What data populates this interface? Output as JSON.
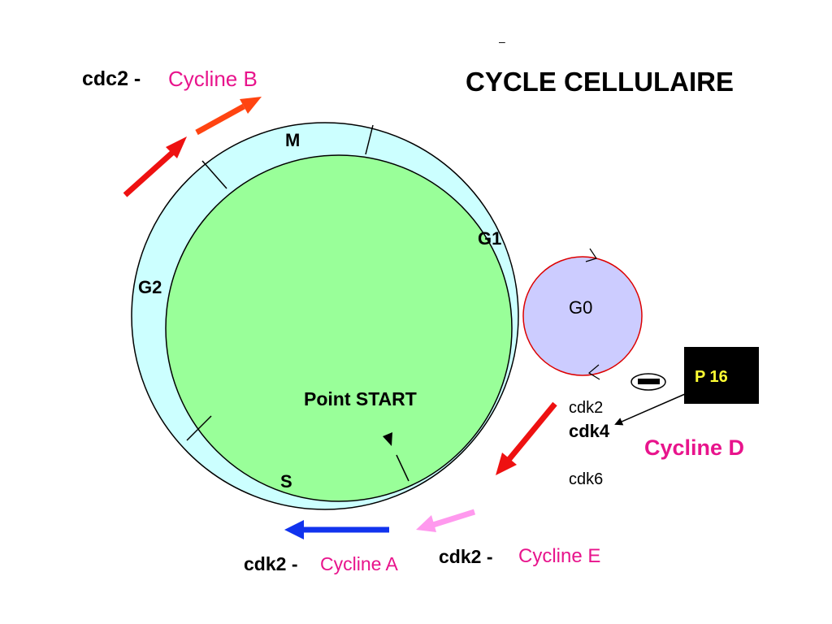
{
  "title": "CYCLE CELLULAIRE",
  "title_mark": "–",
  "phases": {
    "m": "M",
    "g1": "G1",
    "g2": "G2",
    "s": "S",
    "g0": "G0"
  },
  "point_start": "Point START",
  "complexes": {
    "cdc2_prefix": "cdc2 -",
    "cycline_b": "Cycline B",
    "cdk2_e_prefix": "cdk2 -",
    "cycline_e": "Cycline E",
    "cdk2_a_prefix": "cdk2 -",
    "cycline_a": "Cycline A",
    "cycline_d": "Cycline D",
    "cdk_list": [
      "cdk2",
      "cdk4",
      "cdk6"
    ]
  },
  "inhibitor": {
    "label": "P 16",
    "effect_symbol": "minus"
  },
  "colors": {
    "outer_ring": "#ccffff",
    "inner_circle": "#99ff99",
    "g0_fill": "#ccccff",
    "g0_border": "#dd0000",
    "arrow_red": "#ee1111",
    "arrow_orange": "#ff4411",
    "arrow_pink": "#ff99ee",
    "arrow_blue": "#1133ee",
    "cycline_text": "#e8148c",
    "p16_box": "#000000",
    "p16_text": "#ffff33"
  }
}
